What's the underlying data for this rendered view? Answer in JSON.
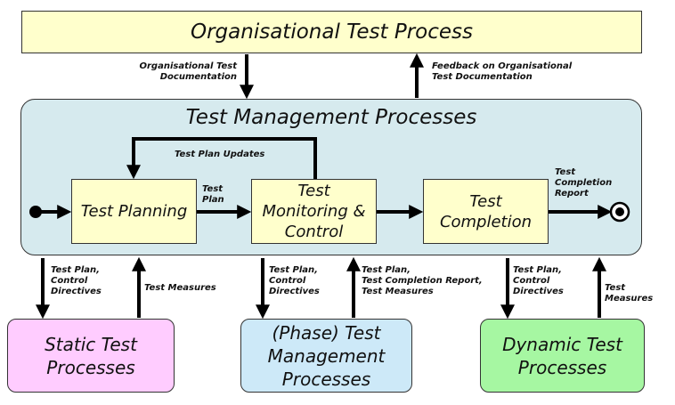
{
  "org_process": "Organisational Test Process",
  "org_doc_label": "Organisational Test\nDocumentation",
  "feedback_label": "Feedback on Organisational\nTest Documentation",
  "tmp_title": "Test Management Processes",
  "plan_updates_label": "Test Plan Updates",
  "test_planning": "Test Planning",
  "test_plan_label": "Test\nPlan",
  "monitoring": "Test\nMonitoring &\nControl",
  "completion": "Test\nCompletion",
  "completion_report_label": "Test\nCompletion\nReport",
  "static_down_label": "Test Plan,\nControl\nDirectives",
  "static_up_label": "Test Measures",
  "phase_down_label": "Test Plan,\nControl\nDirectives",
  "phase_up_label": "Test Plan,\nTest Completion Report,\nTest Measures",
  "dynamic_down_label": "Test Plan,\nControl\nDirectives",
  "dynamic_up_label": "Test Measures",
  "static_box": "Static Test\nProcesses",
  "phase_box": "(Phase) Test\nManagement\nProcesses",
  "dynamic_box": "Dynamic Test\nProcesses"
}
